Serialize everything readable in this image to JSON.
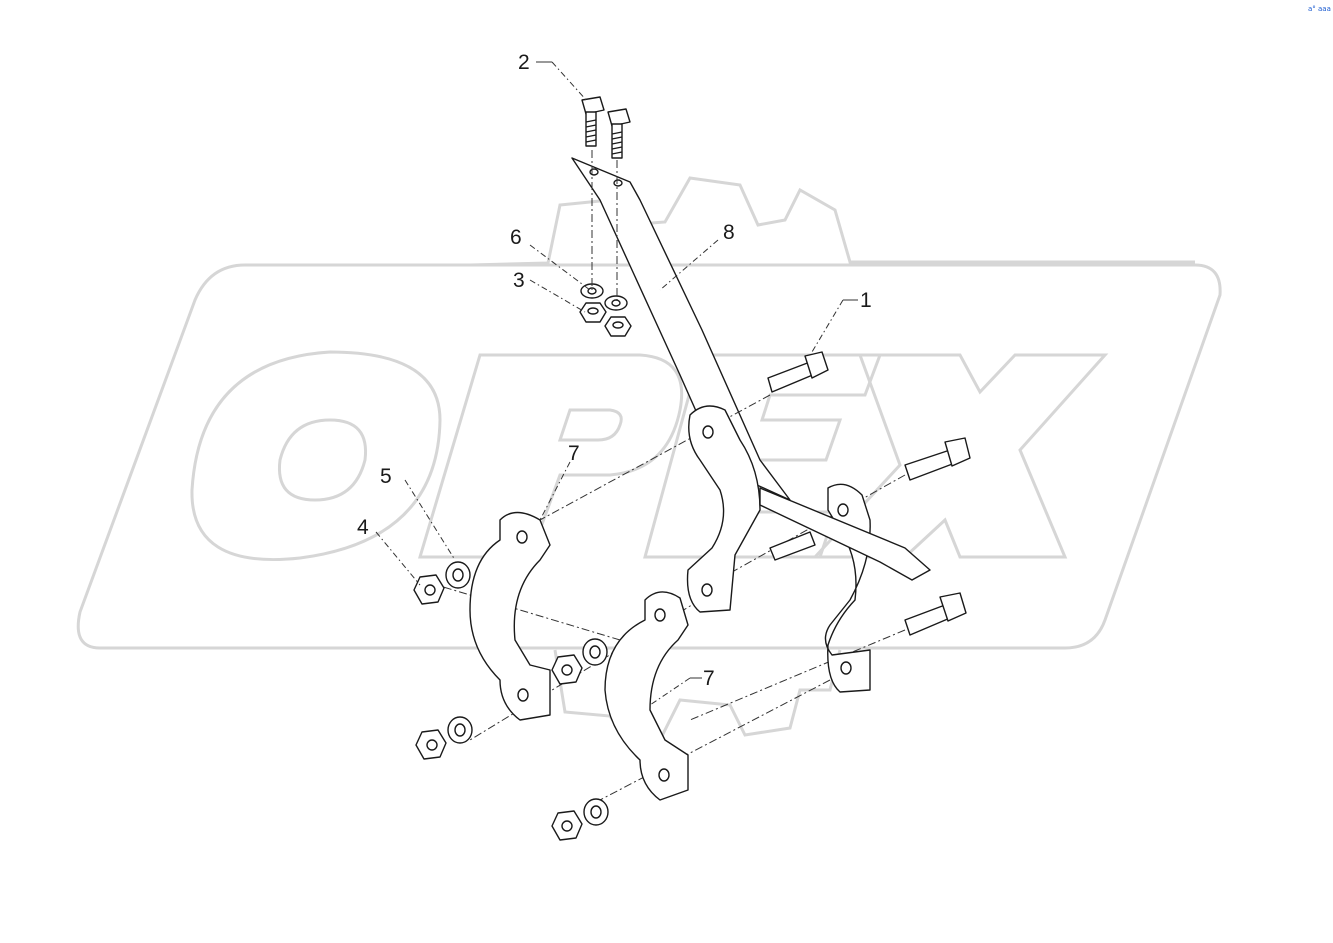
{
  "callouts": {
    "c1": "1",
    "c2": "2",
    "c3": "3",
    "c4": "4",
    "c5": "5",
    "c6": "6",
    "c7a": "7",
    "c7b": "7",
    "c8": "8"
  },
  "watermark": {
    "brand": "OPEX",
    "color": "#d6d6d6"
  },
  "corner_mark": "a° aaa",
  "colors": {
    "line": "#1a1a1a",
    "background": "#ffffff"
  }
}
